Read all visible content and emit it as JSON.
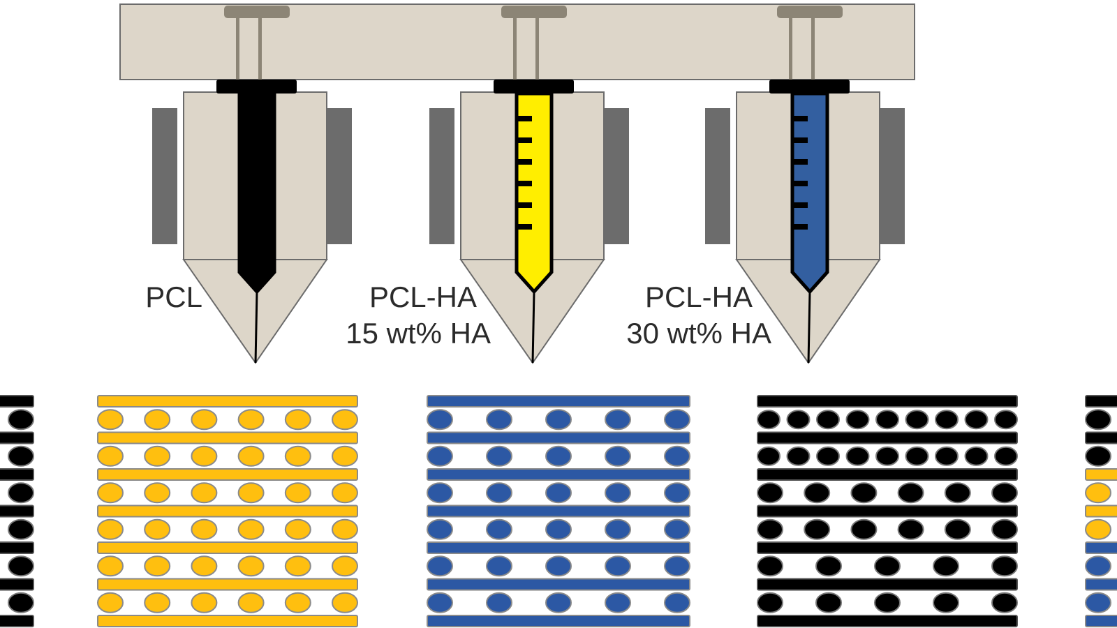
{
  "title": "Multi-nozzle extrusion printing of PCL / PCL-HA scaffolds",
  "colors": {
    "housing": "#ddd6c9",
    "housing_stroke": "#6b6b6b",
    "plunger": "#8c8576",
    "heater": "#6c6c6c",
    "cap": "#000000",
    "pcl": "#000000",
    "ha15": "#ffee00",
    "ha30": "#335fa0",
    "scaffold_yellow": "#ffbf0f",
    "scaffold_blue": "#2c58a4",
    "scaffold_black": "#000000",
    "scaffold_stroke": "#8a8a8a"
  },
  "nozzles": [
    {
      "id": "pcl",
      "label_lines": [
        "PCL"
      ],
      "material_color_key": "pcl",
      "graduations": 0
    },
    {
      "id": "pcl-ha-15",
      "label_lines": [
        "PCL-HA",
        "15 wt% HA"
      ],
      "material_color_key": "ha15",
      "graduations": 6
    },
    {
      "id": "pcl-ha-30",
      "label_lines": [
        "PCL-HA",
        "30 wt% HA"
      ],
      "material_color_key": "ha30",
      "graduations": 6
    }
  ],
  "scaffolds": [
    {
      "id": "partial-left",
      "partial": "left",
      "layers": [
        {
          "color": "scaffold_black",
          "dots": 2
        },
        {
          "color": "scaffold_black",
          "dots": 2
        },
        {
          "color": "scaffold_black",
          "dots": 2
        },
        {
          "color": "scaffold_black",
          "dots": 2
        },
        {
          "color": "scaffold_black",
          "dots": 2
        },
        {
          "color": "scaffold_black",
          "dots": 2
        }
      ]
    },
    {
      "id": "yellow-scaffold",
      "partial": "none",
      "layers": [
        {
          "color": "scaffold_yellow",
          "dots": 6
        },
        {
          "color": "scaffold_yellow",
          "dots": 6
        },
        {
          "color": "scaffold_yellow",
          "dots": 6
        },
        {
          "color": "scaffold_yellow",
          "dots": 6
        },
        {
          "color": "scaffold_yellow",
          "dots": 6
        },
        {
          "color": "scaffold_yellow",
          "dots": 6
        }
      ]
    },
    {
      "id": "blue-scaffold",
      "partial": "none",
      "layers": [
        {
          "color": "scaffold_blue",
          "dots": 5
        },
        {
          "color": "scaffold_blue",
          "dots": 5
        },
        {
          "color": "scaffold_blue",
          "dots": 5
        },
        {
          "color": "scaffold_blue",
          "dots": 5
        },
        {
          "color": "scaffold_blue",
          "dots": 5
        },
        {
          "color": "scaffold_blue",
          "dots": 5
        }
      ]
    },
    {
      "id": "graded-black-scaffold",
      "partial": "none",
      "layers": [
        {
          "color": "scaffold_black",
          "dots": 9
        },
        {
          "color": "scaffold_black",
          "dots": 9
        },
        {
          "color": "scaffold_black",
          "dots": 6
        },
        {
          "color": "scaffold_black",
          "dots": 6
        },
        {
          "color": "scaffold_black",
          "dots": 5
        },
        {
          "color": "scaffold_black",
          "dots": 5
        }
      ]
    },
    {
      "id": "partial-right-multimaterial",
      "partial": "right",
      "layers": [
        {
          "color": "scaffold_black",
          "dots": 2
        },
        {
          "color": "scaffold_black",
          "dots": 2
        },
        {
          "color": "scaffold_yellow",
          "dots": 2
        },
        {
          "color": "scaffold_yellow",
          "dots": 2
        },
        {
          "color": "scaffold_blue",
          "dots": 2
        },
        {
          "color": "scaffold_blue",
          "dots": 2
        }
      ]
    }
  ]
}
